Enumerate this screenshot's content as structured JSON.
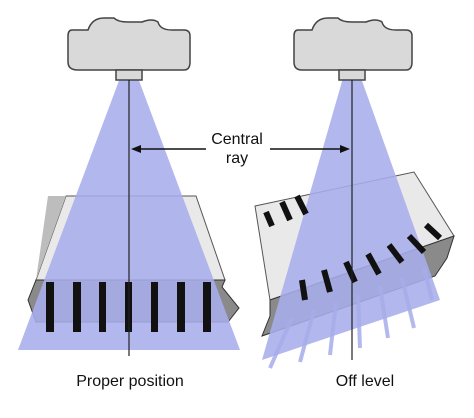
{
  "labels": {
    "central_ray_line1": "Central",
    "central_ray_line2": "ray",
    "left_caption": "Proper position",
    "right_caption": "Off level"
  },
  "colors": {
    "beam": "#a7adea",
    "tube": "#d8d8d8",
    "grid_face": "#e8e8e8",
    "grid_body": "#8c8c8c",
    "lead_strip": "#111111",
    "background": "#ffffff"
  },
  "icons": {
    "tube_left": "x-ray-tube-icon",
    "tube_right": "x-ray-tube-icon"
  }
}
